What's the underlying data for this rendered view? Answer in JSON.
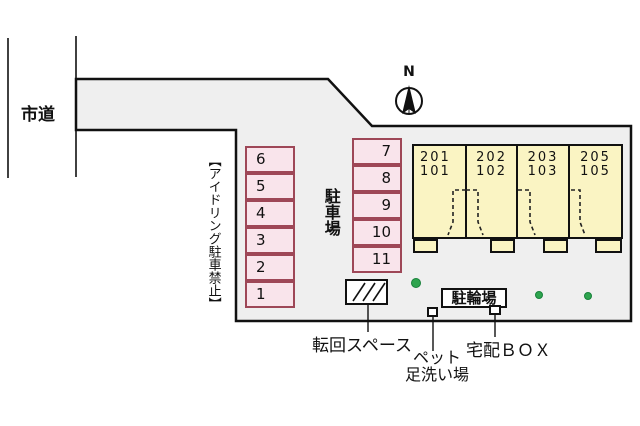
{
  "scene": {
    "road_label": "市道",
    "compass": {
      "label": "N"
    },
    "idling_notice": "【アイドリング駐車禁止】",
    "parking_area_label": "駐車場",
    "parking": {
      "left_stalls": [
        "6",
        "5",
        "4",
        "3",
        "2",
        "1"
      ],
      "right_stalls": [
        "7",
        "8",
        "9",
        "10",
        "11"
      ]
    },
    "building": {
      "units": [
        {
          "upper": "201",
          "lower": "101"
        },
        {
          "upper": "202",
          "lower": "102"
        },
        {
          "upper": "203",
          "lower": "103"
        },
        {
          "upper": "205",
          "lower": "105"
        }
      ]
    },
    "labels": {
      "turning_space": "転回スペース",
      "pet_wash_line1": "ペット",
      "pet_wash_line2": "足洗い場",
      "delivery_box": "宅配ＢＯＸ",
      "bicycle_parking": "駐輪場"
    },
    "colors": {
      "plot_fill": "#EFEFEF",
      "stall_fill": "#F9E4EB",
      "stall_border": "#9E4757",
      "building_fill": "#FAF4C3",
      "tree_green": "#2EA44E",
      "line_black": "#111111"
    }
  }
}
